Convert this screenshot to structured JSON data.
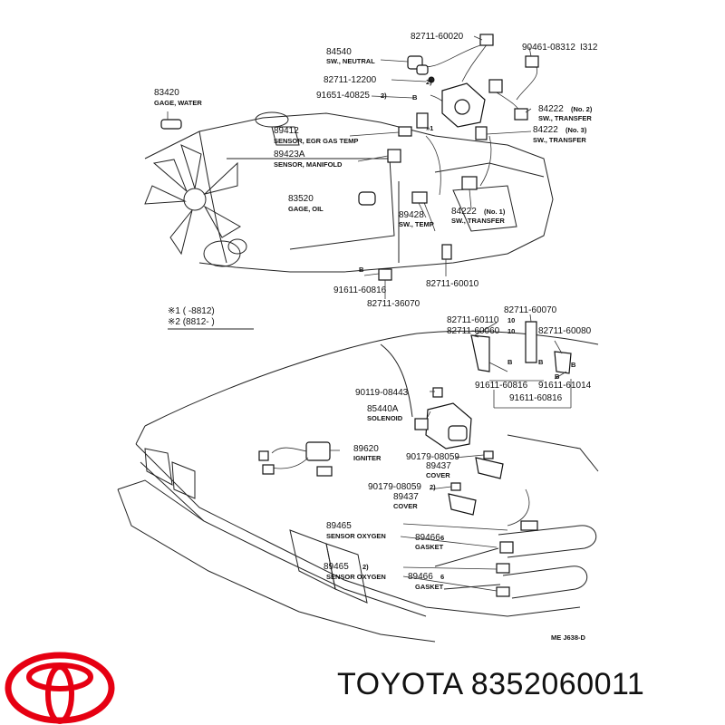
{
  "colors": {
    "brand_red": "#e60012",
    "line": "#222222"
  },
  "labels": {
    "l84540": "84540",
    "l84540s": "SW., NEUTRAL",
    "l83420": "83420",
    "l83420s": "GAGE, WATER",
    "l82711_12200": "82711-12200",
    "l91651_40825": "91651-40825",
    "l89412": "89412",
    "l89412s": "SENSOR, EGR GAS TEMP",
    "l89423A": "89423A",
    "l89423As": "SENSOR, MANIFOLD",
    "l83520": "83520",
    "l83520s": "GAGE, OIL",
    "l89428": "89428",
    "l89428s": "SW., TEMP",
    "l82711_60020": "82711-60020",
    "l90461_08312": "90461-08312",
    "l1312": "I312",
    "l84222a": "84222",
    "l84222as": "SW., TRANSFER",
    "l84222an": "(No. 2)",
    "l84222b": "84222",
    "l84222bs": "SW., TRANSFER",
    "l84222bn": "(No. 3)",
    "l84222c": "84222",
    "l84222cs": "SW., TRANSFER",
    "l84222cn": "(No. 1)",
    "l82711_60010": "82711-60010",
    "l91611_60816a": "91611-60816",
    "l82711_36070": "82711-36070",
    "note1": "※1 (      -8812)",
    "note2": "※2 (8812-       )",
    "l82711_60070": "82711-60070",
    "l82711_60110": "82711-60110",
    "l82711_60060": "82711-60060",
    "l82711_60080": "82711-60080",
    "l91611_60816b": "91611-60816",
    "l91611_61014": "91611-61014",
    "l91611_60816c": "91611-60816",
    "l90119_08443": "90119-08443",
    "l85440A": "85440A",
    "l85440As": "SOLENOID",
    "l89620": "89620",
    "l89620s": "IGNITER",
    "l90179_08059a": "90179-08059",
    "l89437a": "89437",
    "l89437as": "COVER",
    "l90179_08059b": "90179-08059",
    "l89437b": "89437",
    "l89437bs": "COVER",
    "l89465a": "89465",
    "l89465as": "SENSOR OXYGEN",
    "l89466a": "89466",
    "l89466as": "GASKET",
    "l89465b": "89465",
    "l89465bs": "SENSOR OXYGEN",
    "l89466b": "89466",
    "l89466bs": "GASKET",
    "ref": "ME  J638-D",
    "m2a": "2)",
    "m2b": "2)",
    "m1a": "»1",
    "m2c": "2)",
    "m2d": "2)",
    "mB1": "B",
    "mB2": "B",
    "mB3": "B",
    "mB4": "B",
    "mB5": "B",
    "mB6": "B",
    "m6a": "6",
    "m6b": "6",
    "m10a": "10",
    "m10b": "10"
  },
  "brand": {
    "name": "TOYOTA",
    "part_number": "8352060011",
    "logo_icon": "toyota-logo-icon"
  }
}
